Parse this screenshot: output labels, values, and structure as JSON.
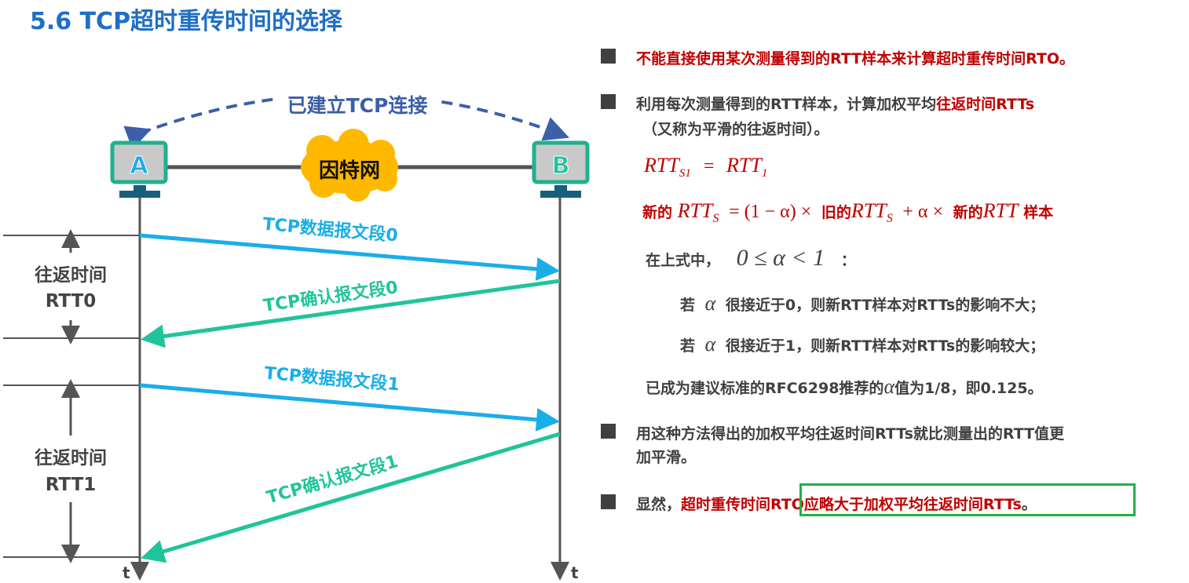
{
  "title": "5.6 TCP超时重传时间的选择",
  "diagram": {
    "connection_label": "已建立TCP连接",
    "host_a": "A",
    "host_b": "B",
    "internet": "因特网",
    "data0": "TCP数据报文段0",
    "ack0": "TCP确认报文段0",
    "data1": "TCP数据报文段1",
    "ack1": "TCP确认报文段1",
    "rtt0_line1": "往返时间",
    "rtt0_line2": "RTT0",
    "rtt1_line1": "往返时间",
    "rtt1_line2": "RTT1",
    "time_a": "t",
    "time_b": "t"
  },
  "bullets": {
    "b1": "不能直接使用某次测量得到的RTT样本来计算超时重传时间RTO。",
    "b2_pre": "利用每次测量得到的RTT样本，计算加权平均",
    "b2_red": "往返时间RTTs",
    "b2_line2": "（又称为平滑的往返时间）。",
    "f1_lhs": "RTT",
    "f1_lhs_sub": "S1",
    "f1_eq": "=",
    "f1_rhs": "RTT",
    "f1_rhs_sub": "1",
    "f2_new": "新的",
    "f2_rtt": "RTT",
    "f2_sub": "S",
    "f2_mid": "= (1 − α) ×",
    "f2_old": "旧的",
    "f2_rtt2": "RTT",
    "f2_sub2": "S",
    "f2_plus": "+ α ×",
    "f2_new2": "新的",
    "f2_rtt3": "RTT",
    "f2_sample": "样本",
    "range_pre": "在上式中，",
    "range_math": "0 ≤ α < 1",
    "range_colon": "：",
    "case0_pre": "若",
    "case0_alpha": "α",
    "case0_text": "很接近于0，则新RTT样本对RTTs的影响不大；",
    "case1_pre": "若",
    "case1_alpha": "α",
    "case1_text": "很接近于1，则新RTT样本对RTTs的影响较大；",
    "rfc_pre": "已成为建议标准的RFC6298推荐的",
    "rfc_alpha": "α",
    "rfc_post": "值为1/8，即0.125。",
    "b3_line1": "用这种方法得出的加权平均往返时间RTTs就比测量出的RTT值更",
    "b3_line2": "加平滑。",
    "b4_pre": "显然，",
    "b4_red1": "超时重传时间",
    "b4_red2": "RTO应略大于加权平均往返时间RTTs",
    "b4_end": "。"
  },
  "colors": {
    "title": "#1f6fc4",
    "emphasis": "#c00000",
    "data_arrow": "#1aaee8",
    "ack_arrow": "#20c49a",
    "highlight_box": "#22b04a"
  }
}
